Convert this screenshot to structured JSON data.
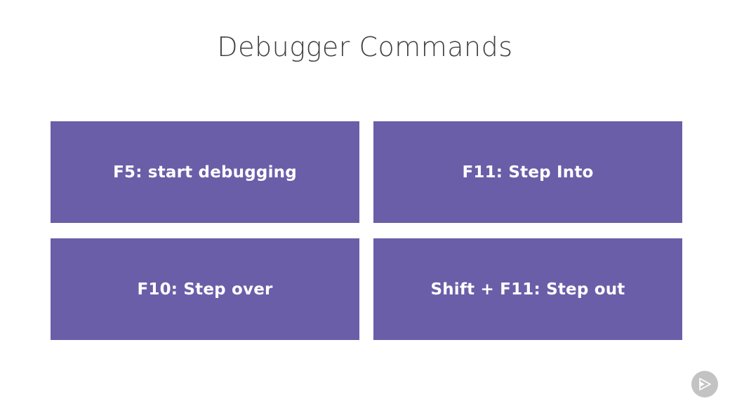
{
  "slide": {
    "title": "Debugger Commands"
  },
  "tiles": [
    {
      "label": "F5: start debugging"
    },
    {
      "label": "F11: Step Into"
    },
    {
      "label": "F10: Step over"
    },
    {
      "label": "Shift + F11: Step out"
    }
  ],
  "colors": {
    "background": "#ffffff",
    "title_text": "#404040",
    "tile_background": "#6a5ea8",
    "tile_text": "#ffffff",
    "badge": "#bdbdbd"
  },
  "icons": {
    "badge": "play-icon"
  }
}
